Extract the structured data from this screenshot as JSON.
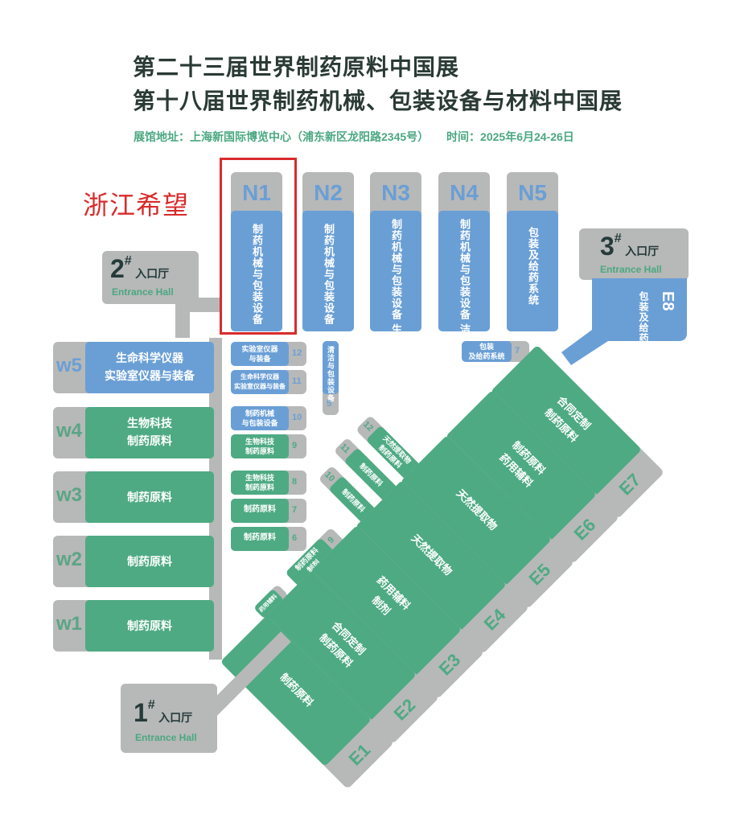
{
  "title_line1": "第二十三届世界制药原料中国展",
  "title_line2": "第十八届世界制药机械、包装设备与材料中国展",
  "venue": "展馆地址：上海新国际博览中心（浦东新区龙阳路2345号）",
  "time": "时间：2025年6月24-26日",
  "annotation": "浙江希望",
  "colors": {
    "blue": "#6a9fd6",
    "green": "#4eaa83",
    "gray": "#b7b8b8",
    "red": "#d92b2b"
  },
  "n_halls": [
    {
      "id": "N1",
      "label": "制药机械与包装设备"
    },
    {
      "id": "N2",
      "label": "制药机械与包装设备"
    },
    {
      "id": "N3",
      "label": "制药机械与包装设备 生物工程"
    },
    {
      "id": "N4",
      "label": "制药机械与包装设备 洁净与环保"
    },
    {
      "id": "N5",
      "label": "包装及给药系统"
    }
  ],
  "e8": {
    "id": "E8",
    "label": "包装及给药系统"
  },
  "entrances": {
    "e1": {
      "num": "1",
      "mark": "#",
      "cn": "入口厅",
      "en": "Entrance Hall"
    },
    "e2": {
      "num": "2",
      "mark": "#",
      "cn": "入口厅",
      "en": "Entrance Hall"
    },
    "e3": {
      "num": "3",
      "mark": "#",
      "cn": "入口厅",
      "en": "Entrance Hall"
    }
  },
  "w_halls": [
    {
      "id": "w5",
      "line1": "生命科学仪器",
      "line2": "实验室仪器与装备",
      "color": "blue"
    },
    {
      "id": "w4",
      "line1": "生物科技",
      "line2": "制药原料",
      "color": "green"
    },
    {
      "id": "w3",
      "line1": "制药原料",
      "line2": "",
      "color": "green"
    },
    {
      "id": "w2",
      "line1": "制药原料",
      "line2": "",
      "color": "green"
    },
    {
      "id": "w1",
      "line1": "制药原料",
      "line2": "",
      "color": "green"
    }
  ],
  "small_halls": [
    {
      "num": "12",
      "line1": "实验室仪器",
      "line2": "与装备",
      "color": "blue"
    },
    {
      "num": "11",
      "line1": "生命科学仪器",
      "line2": "实验室仪器与装备",
      "color": "blue"
    },
    {
      "num": "10",
      "line1": "制药机械",
      "line2": "与包装设备",
      "color": "blue"
    },
    {
      "num": "9",
      "line1": "生物科技",
      "line2": "制药原料",
      "color": "green"
    },
    {
      "num": "8",
      "line1": "生物科技",
      "line2": "制药原料",
      "color": "green"
    },
    {
      "num": "7",
      "line1": "制药原料",
      "line2": "",
      "color": "green"
    },
    {
      "num": "6",
      "line1": "制药原料",
      "line2": "",
      "color": "green"
    }
  ],
  "mid_blue": {
    "num": "5",
    "label": "清洁与包装设备"
  },
  "e_small": {
    "num": "7",
    "line1": "包装",
    "line2": "及给药系统"
  },
  "e_halls": [
    {
      "id": "E7",
      "line1": "合同定制",
      "line2": "制药原料"
    },
    {
      "id": "E6",
      "line1": "制药原料",
      "line2": "药用辅料"
    },
    {
      "id": "E5",
      "line1": "天然提取物",
      "line2": ""
    },
    {
      "id": "E4",
      "line1": "天然提取物",
      "line2": ""
    },
    {
      "id": "E3",
      "line1": "药用辅料",
      "line2": "制剂"
    },
    {
      "id": "E2",
      "line1": "合同定制",
      "line2": "制药原料"
    },
    {
      "id": "E1",
      "line1": "制药原料",
      "line2": ""
    }
  ],
  "mid_diag": [
    {
      "num": "12",
      "line1": "天然提取物",
      "line2": "制药原料"
    },
    {
      "num": "11",
      "line1": "制药原料",
      "line2": ""
    },
    {
      "num": "10",
      "line1": "制药原料",
      "line2": ""
    },
    {
      "num": "9",
      "line1": "制药原料",
      "line2": "制剂"
    },
    {
      "num": "",
      "line1": "药用辅料",
      "line2": ""
    }
  ]
}
